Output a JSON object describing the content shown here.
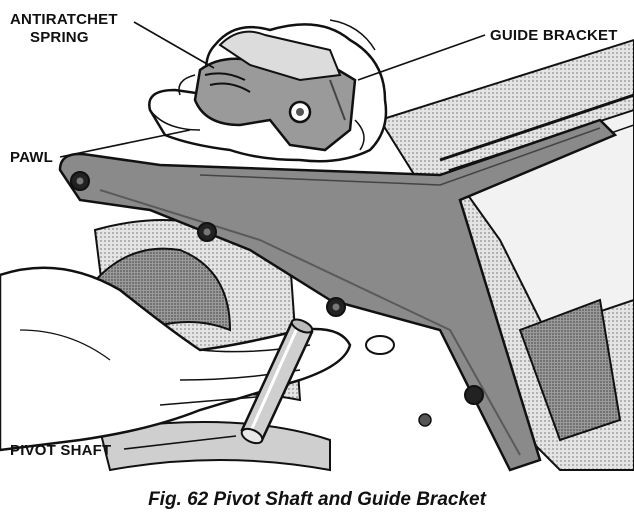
{
  "diagram": {
    "labels": {
      "antiratchet_spring_line1": "ANTIRATCHET",
      "antiratchet_spring_line2": "SPRING",
      "guide_bracket": "GUIDE BRACKET",
      "pawl": "PAWL",
      "pivot_shaft": "PIVOT SHAFT"
    },
    "caption": "Fig. 62 Pivot Shaft and Guide Bracket"
  },
  "colors": {
    "ink": "#111111",
    "background": "#ffffff",
    "metal_shade": "#8a8a8a",
    "light_shade": "#c9c9c9"
  }
}
